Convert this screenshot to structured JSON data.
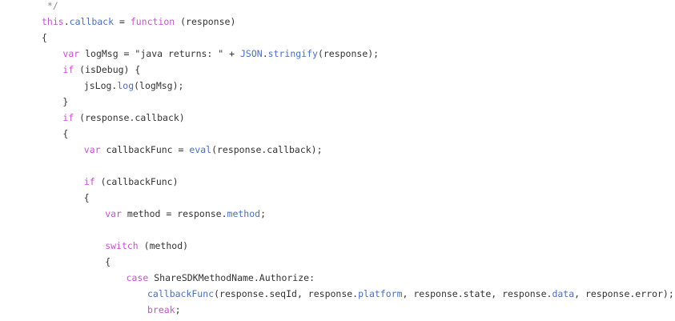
{
  "code": {
    "lines": [
      {
        "indent": "",
        "tokens": [
          {
            "t": " */",
            "c": "comment"
          }
        ]
      },
      {
        "indent": "",
        "tokens": [
          {
            "t": "this",
            "c": "kw"
          },
          {
            "t": ".",
            "c": "plain"
          },
          {
            "t": "callback",
            "c": "ident"
          },
          {
            "t": " = ",
            "c": "plain"
          },
          {
            "t": "function",
            "c": "kw"
          },
          {
            "t": " (response)",
            "c": "plain"
          }
        ]
      },
      {
        "indent": "",
        "tokens": [
          {
            "t": "{",
            "c": "plain"
          }
        ]
      },
      {
        "indent": "    ",
        "tokens": [
          {
            "t": "var",
            "c": "kw"
          },
          {
            "t": " logMsg = ",
            "c": "plain"
          },
          {
            "t": "\"java returns: \"",
            "c": "str"
          },
          {
            "t": " + ",
            "c": "plain"
          },
          {
            "t": "JSON",
            "c": "ident"
          },
          {
            "t": ".",
            "c": "plain"
          },
          {
            "t": "stringify",
            "c": "ident"
          },
          {
            "t": "(response);",
            "c": "plain"
          }
        ]
      },
      {
        "indent": "    ",
        "tokens": [
          {
            "t": "if",
            "c": "kw"
          },
          {
            "t": " (isDebug) {",
            "c": "plain"
          }
        ]
      },
      {
        "indent": "        ",
        "tokens": [
          {
            "t": "jsLog.",
            "c": "plain"
          },
          {
            "t": "log",
            "c": "ident"
          },
          {
            "t": "(logMsg);",
            "c": "plain"
          }
        ]
      },
      {
        "indent": "    ",
        "tokens": [
          {
            "t": "}",
            "c": "plain"
          }
        ]
      },
      {
        "indent": "    ",
        "tokens": [
          {
            "t": "if",
            "c": "kw"
          },
          {
            "t": " (response.callback)",
            "c": "plain"
          }
        ]
      },
      {
        "indent": "    ",
        "tokens": [
          {
            "t": "{",
            "c": "plain"
          }
        ]
      },
      {
        "indent": "        ",
        "tokens": [
          {
            "t": "var",
            "c": "kw"
          },
          {
            "t": " callbackFunc = ",
            "c": "plain"
          },
          {
            "t": "eval",
            "c": "ident"
          },
          {
            "t": "(response.callback);",
            "c": "plain"
          }
        ]
      },
      {
        "indent": "",
        "tokens": []
      },
      {
        "indent": "        ",
        "tokens": [
          {
            "t": "if",
            "c": "kw"
          },
          {
            "t": " (callbackFunc)",
            "c": "plain"
          }
        ]
      },
      {
        "indent": "        ",
        "tokens": [
          {
            "t": "{",
            "c": "plain"
          }
        ]
      },
      {
        "indent": "            ",
        "tokens": [
          {
            "t": "var",
            "c": "kw"
          },
          {
            "t": " method = response.",
            "c": "plain"
          },
          {
            "t": "method",
            "c": "ident"
          },
          {
            "t": ";",
            "c": "plain"
          }
        ]
      },
      {
        "indent": "",
        "tokens": []
      },
      {
        "indent": "            ",
        "tokens": [
          {
            "t": "switch",
            "c": "kw"
          },
          {
            "t": " (method)",
            "c": "plain"
          }
        ]
      },
      {
        "indent": "            ",
        "tokens": [
          {
            "t": "{",
            "c": "plain"
          }
        ]
      },
      {
        "indent": "                ",
        "tokens": [
          {
            "t": "case",
            "c": "kw"
          },
          {
            "t": " ShareSDKMethodName.Authorize:",
            "c": "plain"
          }
        ]
      },
      {
        "indent": "                    ",
        "tokens": [
          {
            "t": "callbackFunc",
            "c": "ident"
          },
          {
            "t": "(response.seqId, response.",
            "c": "plain"
          },
          {
            "t": "platform",
            "c": "ident"
          },
          {
            "t": ", response.state, response.",
            "c": "plain"
          },
          {
            "t": "data",
            "c": "ident"
          },
          {
            "t": ", response.error);",
            "c": "plain"
          }
        ]
      },
      {
        "indent": "                    ",
        "tokens": [
          {
            "t": "break",
            "c": "kw"
          },
          {
            "t": ";",
            "c": "plain"
          }
        ]
      }
    ]
  },
  "colors": {
    "background": "#ffffff",
    "keyword": "#c94fd6",
    "identifier": "#4a6fbf",
    "text": "#333333",
    "comment": "#8a8a8a"
  }
}
